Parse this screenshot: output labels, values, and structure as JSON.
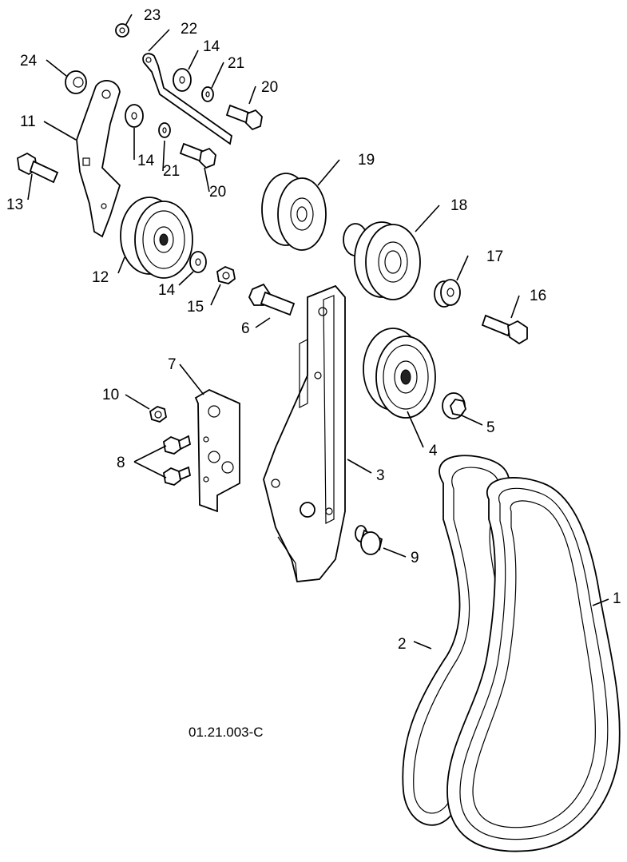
{
  "drawing_code": "01.21.003-C",
  "callouts": [
    "1",
    "2",
    "3",
    "4",
    "5",
    "6",
    "7",
    "8",
    "9",
    "10",
    "11",
    "12",
    "13",
    "14",
    "14",
    "14",
    "15",
    "16",
    "17",
    "18",
    "19",
    "20",
    "20",
    "21",
    "21",
    "22",
    "23",
    "24"
  ]
}
